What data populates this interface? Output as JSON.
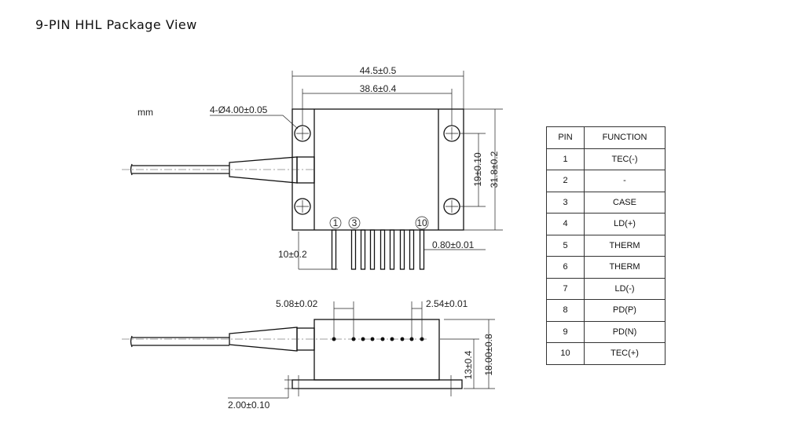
{
  "title": "9-PIN HHL Package View",
  "drawing": {
    "unit": "mm",
    "hole_label": "4-Ø4.00±0.05",
    "width_outer": "44.5±0.5",
    "width_holes": "38.6±0.4",
    "height_outer": "31.8±0.2",
    "height_holes": "19±0.10",
    "pin_length": "10±0.2",
    "pin_width": "0.80±0.01",
    "pin_labels": [
      "1",
      "3",
      "10"
    ],
    "pitch_wide": "5.08±0.02",
    "pitch": "2.54±0.01",
    "pin_height": "13±0.4",
    "total_height": "18.00±0.8",
    "base_thickness": "2.00±0.10"
  },
  "pin_table": {
    "headers": [
      "PIN",
      "FUNCTION"
    ],
    "rows": [
      [
        "1",
        "TEC(-)"
      ],
      [
        "2",
        "-"
      ],
      [
        "3",
        "CASE"
      ],
      [
        "4",
        "LD(+)"
      ],
      [
        "5",
        "THERM"
      ],
      [
        "6",
        "THERM"
      ],
      [
        "7",
        "LD(-)"
      ],
      [
        "8",
        "PD(P)"
      ],
      [
        "9",
        "PD(N)"
      ],
      [
        "10",
        "TEC(+)"
      ]
    ]
  }
}
